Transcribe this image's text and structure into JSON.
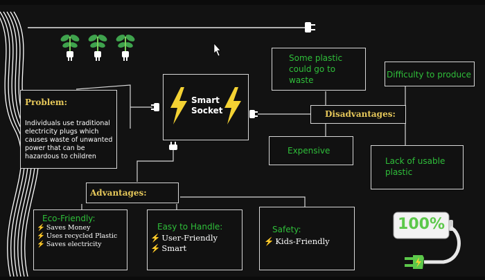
{
  "center": {
    "title_line1": "Smart",
    "title_line2": "Socket"
  },
  "problem": {
    "heading": "Problem:",
    "text": "Individuals use traditional electricity plugs which causes waste of unwanted power that can be hazardous to children"
  },
  "disadvantages": {
    "heading": "Disadvantages:",
    "items": [
      "Some plastic could go to waste",
      "Difficulty to produce",
      "Expensive",
      "Lack of usable plastic"
    ]
  },
  "advantages": {
    "heading": "Advantages:",
    "eco": {
      "title": "Eco-Friendly:",
      "items": [
        "Saves Money",
        "Uses recycled Plastic",
        "Saves electricity"
      ]
    },
    "easy": {
      "title": "Easy to Handle:",
      "items": [
        "User-Friendly",
        "Smart"
      ]
    },
    "safety": {
      "title": "Safety:",
      "items": [
        "Kids-Friendly"
      ]
    }
  },
  "battery": {
    "label": "100%"
  },
  "colors": {
    "accent_green": "#2fbf3a",
    "heading_yellow": "#e6c85a",
    "bolt_yellow": "#f4d233",
    "background": "#121212",
    "border": "#d8d8d8"
  },
  "icons": [
    "plant-plug-icon",
    "lightning-bolt-icon",
    "plug-icon",
    "battery-icon",
    "cursor-icon"
  ]
}
